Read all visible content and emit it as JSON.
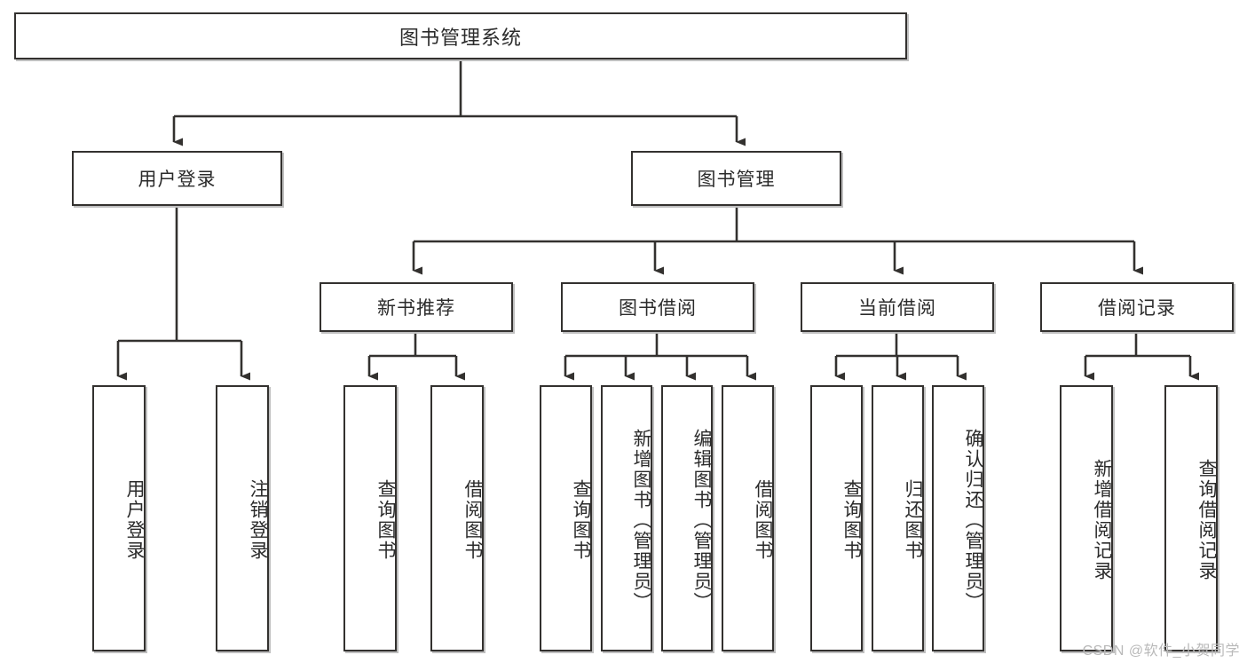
{
  "diagram": {
    "title": "图书管理系统",
    "type": "tree-hierarchy",
    "watermark": "CSDN @软件_小贺同学",
    "colors": {
      "box_border": "#33312f",
      "box_fill": "#ffffff",
      "line": "#33312f",
      "text": "#2b2b2b",
      "watermark": "#b9b9b9"
    },
    "nodes": {
      "root": {
        "label": "图书管理系统"
      },
      "level1": [
        {
          "label": "用户登录"
        },
        {
          "label": "图书管理"
        }
      ],
      "level2": [
        {
          "label": "新书推荐"
        },
        {
          "label": "图书借阅"
        },
        {
          "label": "当前借阅"
        },
        {
          "label": "借阅记录"
        }
      ],
      "leaves": {
        "user_login": [
          {
            "label": "用户登录"
          },
          {
            "label": "注销登录"
          }
        ],
        "new_book_recommend": [
          {
            "label": "查询图书"
          },
          {
            "label": "借阅图书"
          }
        ],
        "book_borrow": [
          {
            "label": "查询图书"
          },
          {
            "label": "新增图书（管理员）"
          },
          {
            "label": "编辑图书（管理员）"
          },
          {
            "label": "借阅图书"
          }
        ],
        "current_borrow": [
          {
            "label": "查询图书"
          },
          {
            "label": "归还图书"
          },
          {
            "label": "确认归还（管理员）"
          }
        ],
        "borrow_record": [
          {
            "label": "新增借阅记录"
          },
          {
            "label": "查询借阅记录"
          }
        ]
      }
    }
  }
}
